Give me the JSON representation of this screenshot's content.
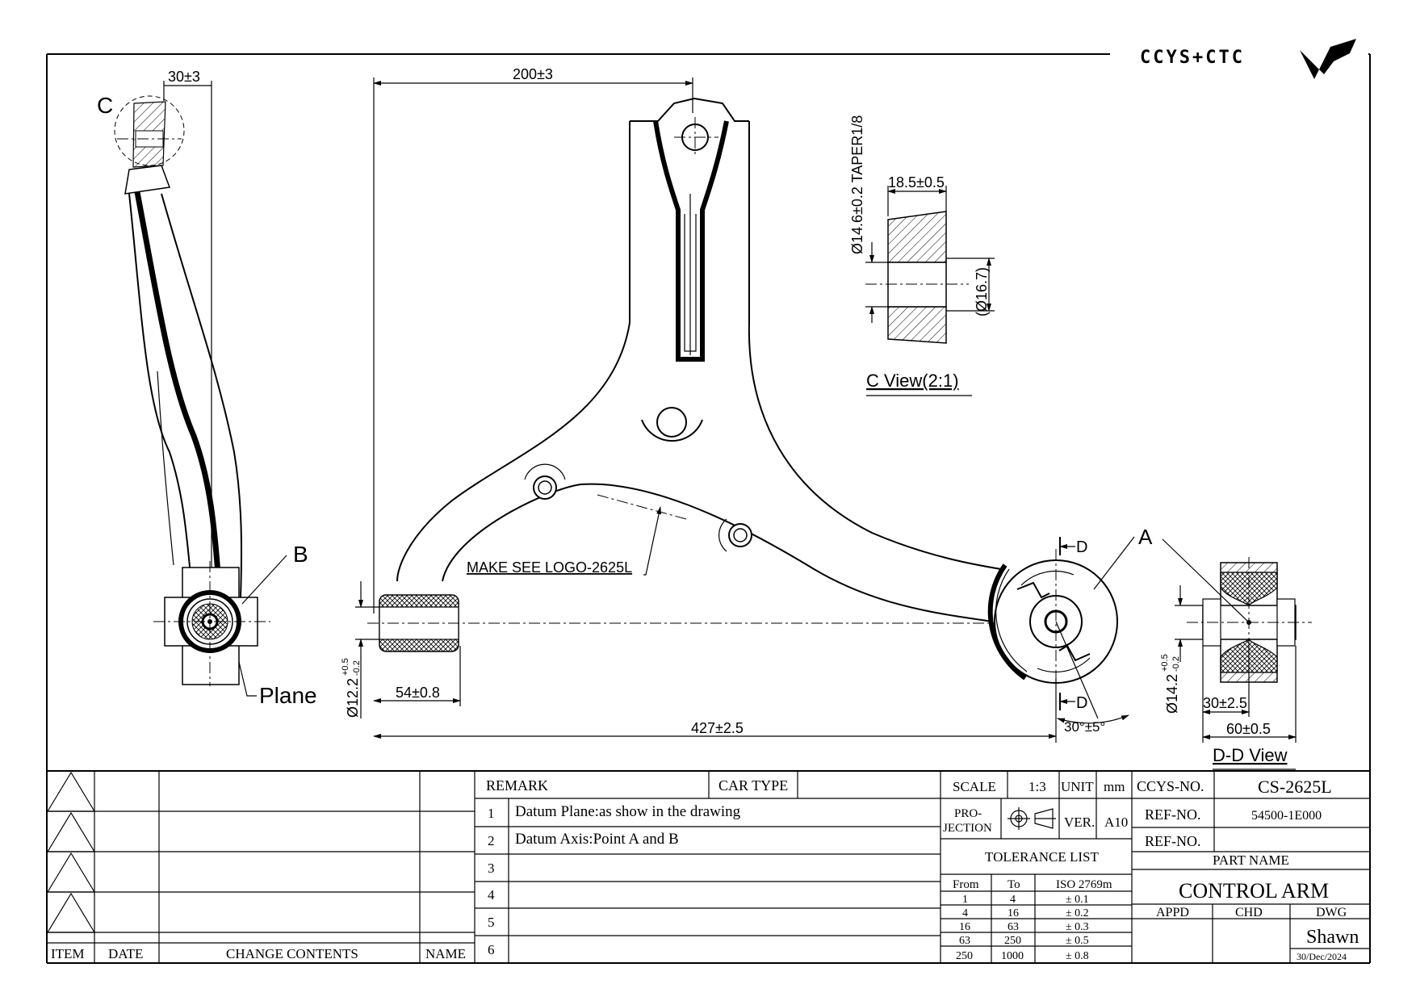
{
  "brand": {
    "logo_text": "CCYS+CTC"
  },
  "views": {
    "side": {
      "section_letter": "C",
      "dim_top": "30±3",
      "label_b": "B",
      "label_plane": "Plane",
      "dia_bushing": "Ø12.2",
      "tol_upper": "+0.5",
      "tol_lower": "-0.2"
    },
    "main": {
      "dim_top": "200±3",
      "dim_bushing_len": "54±0.8",
      "dim_overall": "427±2.5",
      "logo_note": "MAKE SEE LOGO-2625L",
      "label_a": "A",
      "section_d_top": "D",
      "section_d_bottom": "D",
      "angle": "30°±5°"
    },
    "c_view": {
      "taper": "Ø14.6±0.2 TAPER1/8",
      "dim_len": "18.5±0.5",
      "dim_dia": "(Ø16.7)",
      "title": "C View(2:1)"
    },
    "dd_view": {
      "dia": "Ø14.2",
      "tol_upper": "+0.5",
      "tol_lower": "-0.2",
      "dim_inner": "30±2.5",
      "dim_outer": "60±0.5",
      "title": "D-D View"
    }
  },
  "revision_table": {
    "headers": {
      "item": "ITEM",
      "date": "DATE",
      "contents": "CHANGE CONTENTS",
      "name": "NAME"
    }
  },
  "remarks": {
    "header": "REMARK",
    "car_type_label": "CAR TYPE",
    "car_type_value": "",
    "rows": [
      {
        "num": "1",
        "text": "Datum Plane:as show in the drawing"
      },
      {
        "num": "2",
        "text": "Datum Axis:Point A and B"
      },
      {
        "num": "3",
        "text": ""
      },
      {
        "num": "4",
        "text": ""
      },
      {
        "num": "5",
        "text": ""
      },
      {
        "num": "6",
        "text": ""
      }
    ]
  },
  "drawing_info": {
    "scale_label": "SCALE",
    "scale_value": "1:3",
    "unit_label": "UNIT",
    "unit_value": "mm",
    "projection_label_1": "PRO-",
    "projection_label_2": "JECTION",
    "ver_label": "VER.",
    "ver_value": "A10",
    "tolerance_title": "TOLERANCE LIST",
    "tolerance_headers": [
      "From",
      "To",
      "ISO 2769m"
    ],
    "tolerance_rows": [
      [
        "1",
        "4",
        "± 0.1"
      ],
      [
        "4",
        "16",
        "± 0.2"
      ],
      [
        "16",
        "63",
        "± 0.3"
      ],
      [
        "63",
        "250",
        "± 0.5"
      ],
      [
        "250",
        "1000",
        "± 0.8"
      ]
    ]
  },
  "part_info": {
    "ccys_label": "CCYS-NO.",
    "ccys_value": "CS-2625L",
    "ref_label_1": "REF-NO.",
    "ref_value_1": "54500-1E000",
    "ref_label_2": "REF-NO.",
    "ref_value_2": "",
    "part_name_label": "PART NAME",
    "part_name": "CONTROL ARM",
    "appd_label": "APPD",
    "chd_label": "CHD",
    "dwg_label": "DWG",
    "drawn_by": "Shawn",
    "date": "30/Dec/2024"
  }
}
